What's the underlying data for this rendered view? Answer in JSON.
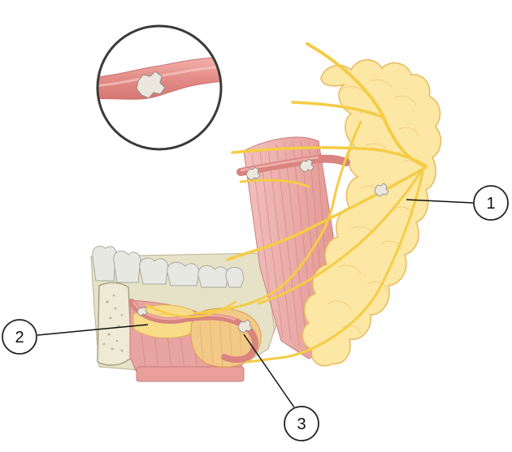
{
  "callouts": [
    {
      "id": "1",
      "label": "1"
    },
    {
      "id": "2",
      "label": "2"
    },
    {
      "id": "3",
      "label": "3"
    }
  ],
  "colors": {
    "gland": "#fde6a0",
    "gland_edge": "#e9b85c",
    "nerve": "#f6cf4a",
    "duct": "#e8938f",
    "muscle": "#e7a3a3",
    "bone": "#e4dfc4",
    "tooth": "#e7e7e2",
    "stone": "#e9e6de",
    "outline": "#333333"
  }
}
